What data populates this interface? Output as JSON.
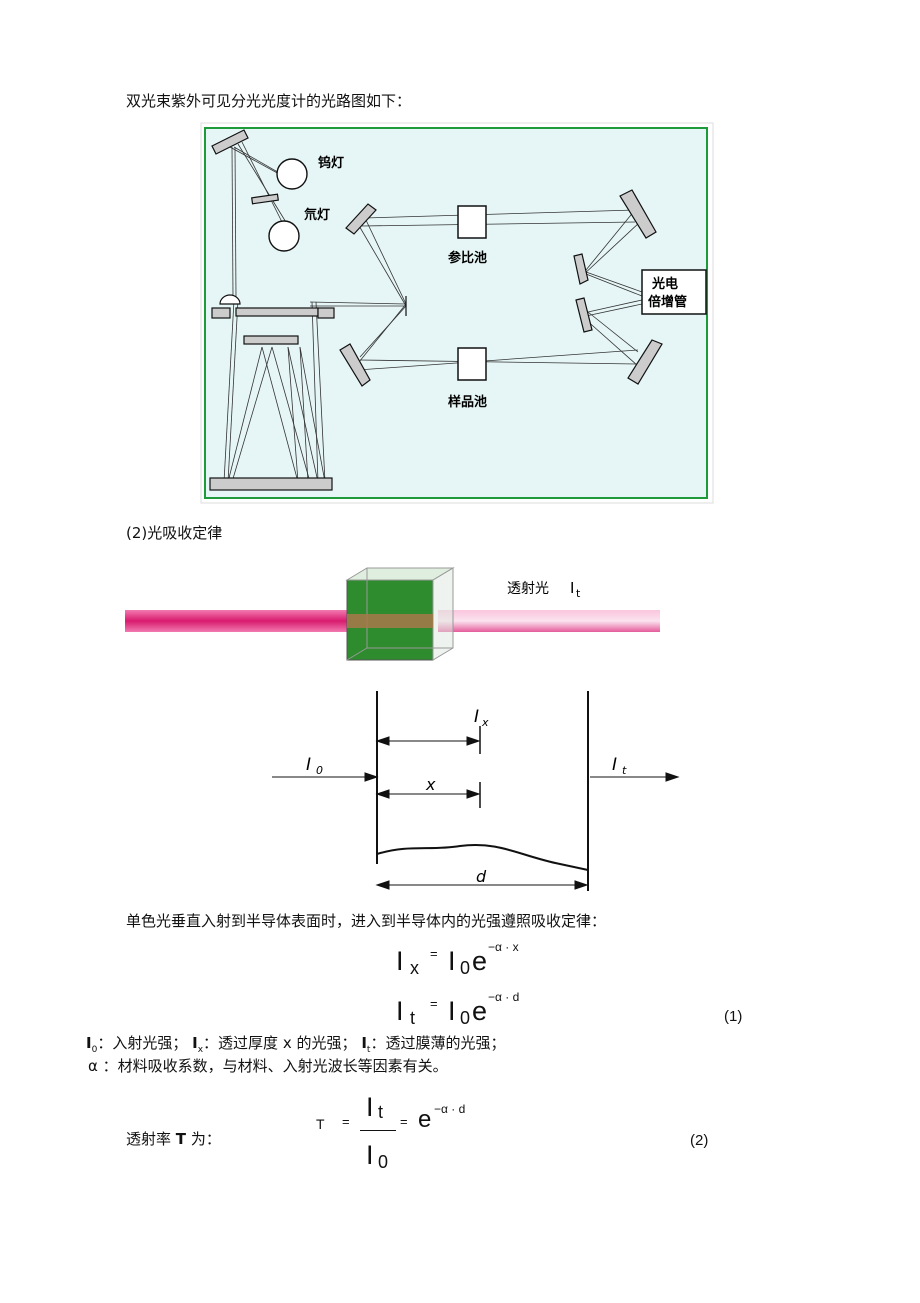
{
  "intro_line": "双光束紫外可见分光光度计的光路图如下：",
  "optics": {
    "lamp_w": "钨灯",
    "lamp_d": "氘灯",
    "ref_cell": "参比池",
    "sample_cell": "样品池",
    "pmt_line1": "光电",
    "pmt_line2": "倍增管"
  },
  "section2_title": "(2)光吸收定律",
  "beam": {
    "transmitted_label": "透射光",
    "it_symbol": "I",
    "it_sub": "t"
  },
  "absorb": {
    "I0": "I",
    "I0_sub": "0",
    "Ix": "I",
    "Ix_sub": "x",
    "It": "I",
    "It_sub": "t",
    "x": "x",
    "d": "d"
  },
  "sentence": "单色光垂直入射到半导体表面时，进入到半导体内的光强遵照吸收定律：",
  "eq1": {
    "lhs": "I",
    "lhs_sub": "x",
    "eq": "=",
    "rhs": "I",
    "rhs_sub": "0",
    "e": "e",
    "exp": "−α · x"
  },
  "eq2": {
    "lhs": "I",
    "lhs_sub": "t",
    "eq": "=",
    "rhs": "I",
    "rhs_sub": "0",
    "e": "e",
    "exp": "−α · d",
    "num": "(1)"
  },
  "legend1": {
    "I0": "I",
    "I0_sub": "0",
    "I0_desc": "：入射光强；",
    "Ix": "I",
    "Ix_sub": "x",
    "Ix_desc": "：透过厚度",
    "x": "x",
    "Ix_desc2": "的光强；",
    "It": "I",
    "It_sub": "t",
    "It_desc": "：透过膜薄的光强；"
  },
  "legend2": "α ：材料吸收系数，与材料、入射光波长等因素有关。",
  "transmittance": {
    "label": "透射率",
    "T": "T",
    "label_end": "为：",
    "lhs": "T",
    "eq": "=",
    "num": "I",
    "num_sub": "t",
    "den": "I",
    "den_sub": "0",
    "eq2": "=",
    "e": "e",
    "exp": "−α · d",
    "number": "(2)"
  }
}
